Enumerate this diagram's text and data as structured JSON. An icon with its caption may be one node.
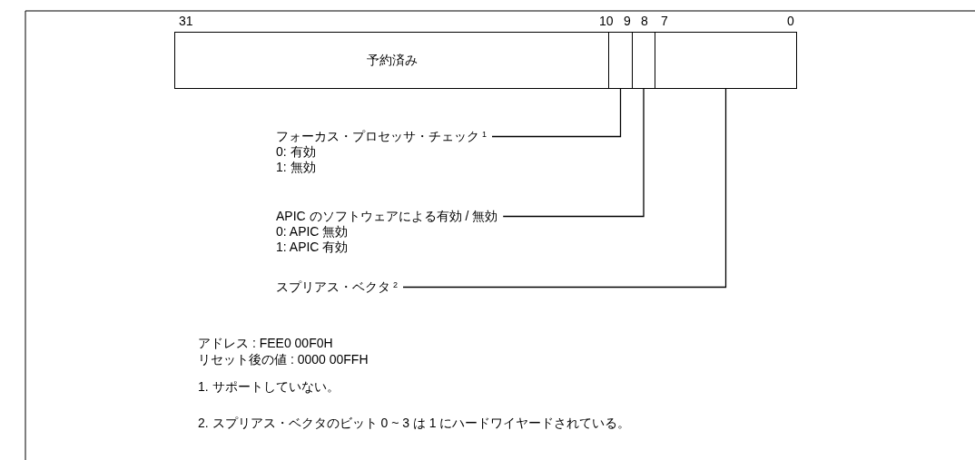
{
  "diagram": {
    "nodes": [
      {
        "text": [
          "予約済み"
        ]
      },
      {
        "text": [],
        "shape": "box"
      },
      {
        "text": [],
        "shape": "box"
      },
      {
        "text": [],
        "shape": "box"
      },
      {
        "text": [
          "フォーカス・プロセッサ・チェック$^{1}$",
          "0: 有効",
          "1: 無効"
        ]
      },
      {
        "text": [
          "APIC のソフトウェアによる有効 / 無効",
          "0: APIC 無効",
          "1: APIC 有効"
        ]
      },
      {
        "text": [
          "スプリアス・ベクタ$^{2}$"
        ]
      }
    ],
    "edges": [
      {
        "from": 4,
        "to": 1,
        "arrow": "none"
      },
      {
        "from": 5,
        "to": 2,
        "arrow": "none"
      },
      {
        "from": 6,
        "to": 3,
        "arrow": "none"
      }
    ],
    "labels": [
      "31",
      "10",
      "9",
      "8",
      "7",
      "0",
      "アドレス : FEE0 00F0H",
      "リセット後の値 : 0000 00FFH",
      "1. サポートしていない。",
      "2. スプリアス・ベクタのビット 0 ~ 3 は 1 にハードワイヤードされている。"
    ]
  }
}
